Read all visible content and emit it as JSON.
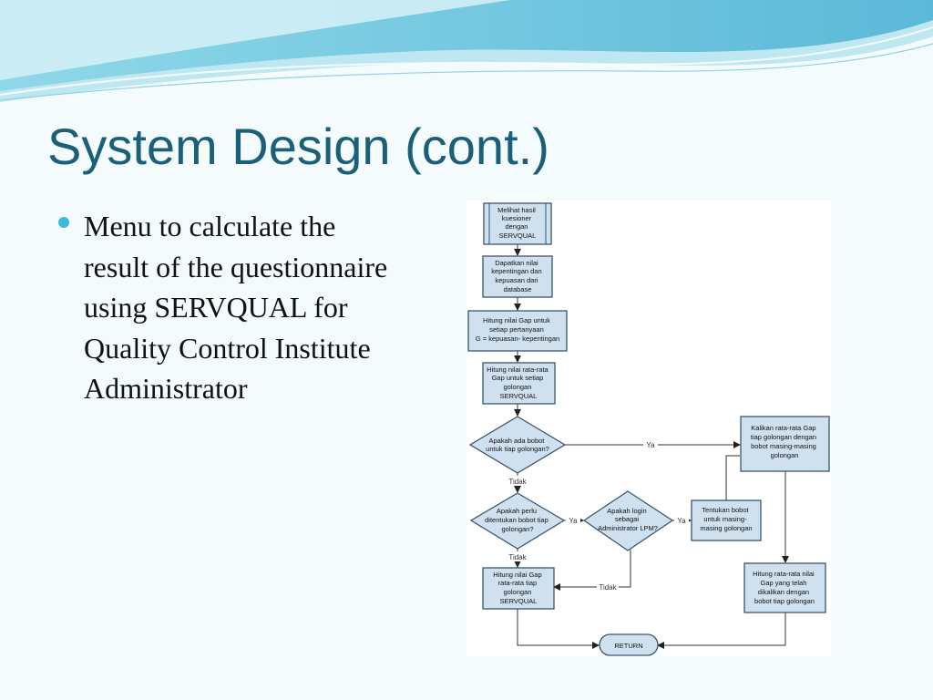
{
  "slide": {
    "title": "System Design (cont.)",
    "bullet": "Menu to calculate the result of the questionnaire using SERVQUAL for Quality Control Institute Administrator"
  },
  "colors": {
    "title": "#1b5f78",
    "bullet": "#3bbbd6",
    "box_fill": "#cfe0ee",
    "box_stroke": "#3c5570"
  },
  "flowchart": {
    "nodes": {
      "start": [
        "Melihat hasil",
        "kuesioner",
        "dengan",
        "SERVQUAL"
      ],
      "get_values": [
        "Dapatkan nilai",
        "kepentingan dan",
        "kepuasan dari",
        "database"
      ],
      "gap": [
        "Hitung nilai Gap untuk",
        "setiap pertanyaan",
        "G = kepuasan- kepentingan"
      ],
      "avg_gap": [
        "Hitung nilai rata-rata",
        "Gap untuk setiap",
        "golongan",
        "SERVQUAL"
      ],
      "dec_weight": [
        "Apakah ada bobot",
        "untuk tiap golongan?"
      ],
      "multiply": [
        "Kalikan rata-rata Gap",
        "tiap golongan dengan",
        "bobot masing-masing",
        "golongan"
      ],
      "dec_need": [
        "Apakah perlu",
        "ditentukan bobot tiap",
        "golongan?"
      ],
      "dec_login": [
        "Apakah login",
        "sebagai",
        "Administrator LPM?"
      ],
      "set_weight": [
        "Tentukan bobot",
        "untuk masing-",
        "masing golongan"
      ],
      "calc_avg": [
        "Hitung nilai Gap",
        "rata-rata tiap",
        "golongan",
        "SERVQUAL"
      ],
      "calc_weighted": [
        "Hitung rata-rata nilai",
        "Gap yang telah",
        "dikalikan dengan",
        "bobot tiap golongan"
      ],
      "end": [
        "RETURN"
      ]
    },
    "edge_labels": {
      "yes": "Ya",
      "no": "Tidak"
    }
  }
}
